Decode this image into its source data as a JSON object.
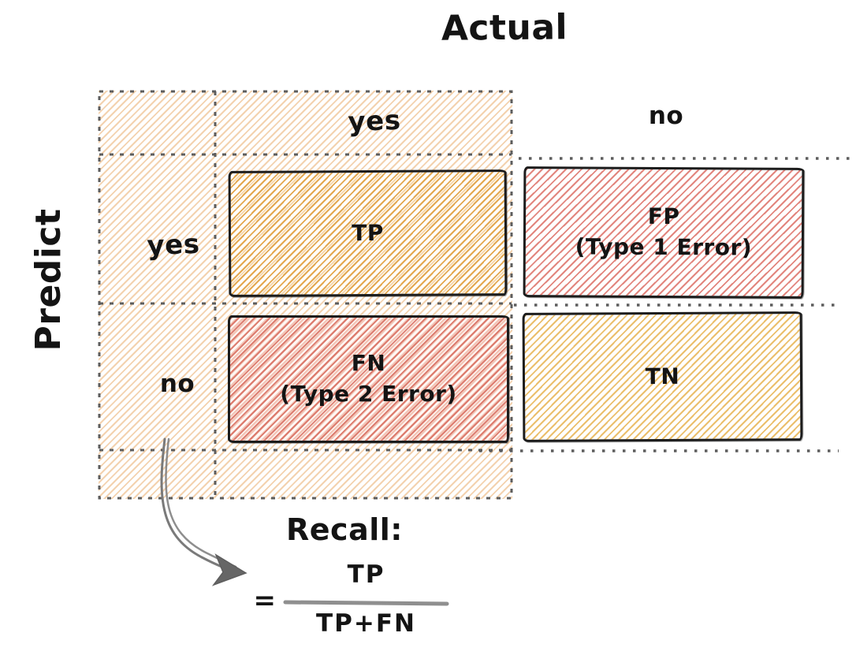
{
  "title": "Actual",
  "left_axis_label": "Predict",
  "matrix": {
    "column_headers": [
      "yes",
      "no"
    ],
    "row_headers": [
      "yes",
      "no"
    ],
    "cells": {
      "tp": {
        "label": "TP"
      },
      "fp": {
        "label": "FP",
        "sublabel": "(Type 1 Error)"
      },
      "fn": {
        "label": "FN",
        "sublabel": "(Type 2 Error)"
      },
      "tn": {
        "label": "TN"
      }
    }
  },
  "formula": {
    "heading": "Recall:",
    "equals_sign": "=",
    "numerator": "TP",
    "denominator": "TP+FN"
  },
  "colors": {
    "background_hatch": "#f2cda6",
    "tp_hatch": "#e3a448",
    "fp_hatch": "#dd7168",
    "fn_hatch": "#d97163",
    "tn_hatch": "#e9b85c",
    "grid_dash": "#5d5d5d",
    "box_border": "#1c1c1c",
    "arrow": "#777777",
    "fraction_bar": "#8f8f8f",
    "text": "#141414"
  }
}
